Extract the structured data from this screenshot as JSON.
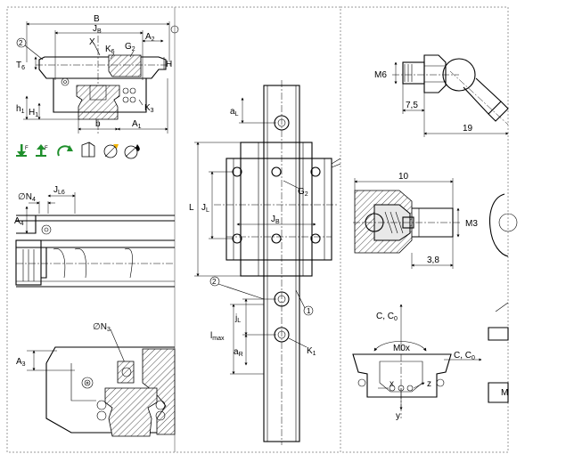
{
  "panel_left": {
    "top_view_labels": {
      "B": "B",
      "JB": "J",
      "JB_sub": "B",
      "A2": "A",
      "A2_sub": "2",
      "X": "X",
      "K6": "K",
      "K6_sub": "6",
      "G2": "G",
      "G2_sub": "2",
      "T6": "T",
      "T6_sub": "6",
      "H": "H",
      "h1": "h",
      "h1_sub": "1",
      "H1": "H",
      "H1_sub": "1",
      "K3": "K",
      "K3_sub": "3",
      "b": "b",
      "A1": "A",
      "A1_sub": "1",
      "callout_2": "2"
    },
    "load_icons": [
      "load-down-icon",
      "load-up-icon",
      "rotation-icon",
      "profile-icon",
      "lubrication-icon",
      "seal-icon"
    ],
    "mid_view_labels": {
      "N4": "∅N",
      "N4_sub": "4",
      "JL6": "J",
      "JL6_sub": "L6",
      "A4": "A",
      "A4_sub": "4"
    },
    "bottom_view_labels": {
      "N3": "∅N",
      "N3_sub": "3",
      "A3": "A",
      "A3_sub": "3"
    }
  },
  "panel_center": {
    "labels": {
      "aL": "a",
      "aL_sub": "L",
      "G2": "G",
      "G2_sub": "2",
      "L": "L",
      "JL": "J",
      "JL_sub": "L",
      "JB": "J",
      "JB_sub": "B",
      "callout_2": "2",
      "callout_1": "1",
      "jL": "j",
      "jL_sub": "L",
      "lmax": "l",
      "lmax_sub": "max",
      "aR": "a",
      "aR_sub": "R",
      "K1": "K",
      "K1_sub": "1"
    }
  },
  "panel_right": {
    "nipple_labels": {
      "M6": "M6",
      "d7_5": "7,5",
      "d19": "19"
    },
    "section_labels": {
      "d10": "10",
      "M3": "M3",
      "d3_8": "3,8"
    },
    "load_labels": {
      "C_C0_top": "C, C",
      "C_C0_top_sub": "0",
      "M0x": "M0x",
      "C_C0_side": "C, C",
      "C_C0_side_sub": "0",
      "x": "x",
      "z": "z",
      "y": "y",
      "M_edge": "M"
    }
  },
  "colors": {
    "icon_green": "#1f8f2c",
    "frame_grey": "#9a9a9a",
    "section_fill": "#e8e8e8"
  }
}
